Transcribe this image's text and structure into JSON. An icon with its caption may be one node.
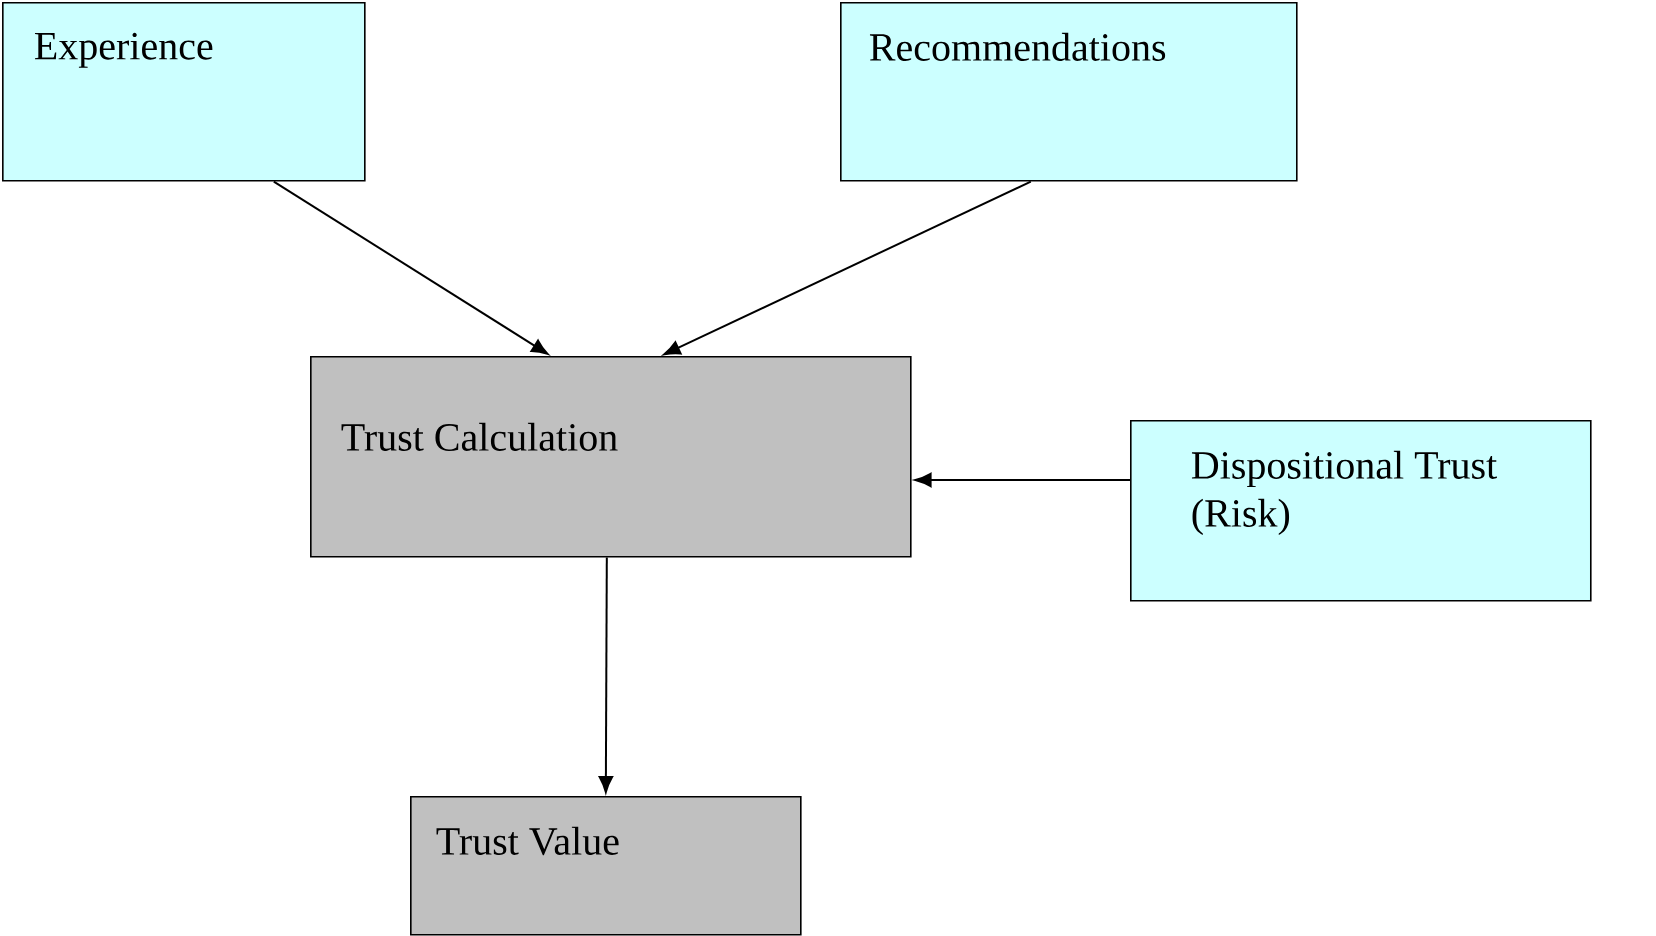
{
  "diagram": {
    "nodes": [
      {
        "text": [
          "Experience"
        ]
      },
      {
        "text": [
          "Recommendations"
        ]
      },
      {
        "text": [
          "Trust Calculation"
        ]
      },
      {
        "text": [
          "Dispositional Trust (Risk)"
        ]
      },
      {
        "text": [
          "Trust Value"
        ]
      }
    ],
    "edges": [
      {
        "from": 0,
        "to": 2,
        "arrow": "to"
      },
      {
        "from": 1,
        "to": 2,
        "arrow": "to"
      },
      {
        "from": 3,
        "to": 2,
        "arrow": "to"
      },
      {
        "from": 2,
        "to": 4,
        "arrow": "to"
      }
    ]
  }
}
